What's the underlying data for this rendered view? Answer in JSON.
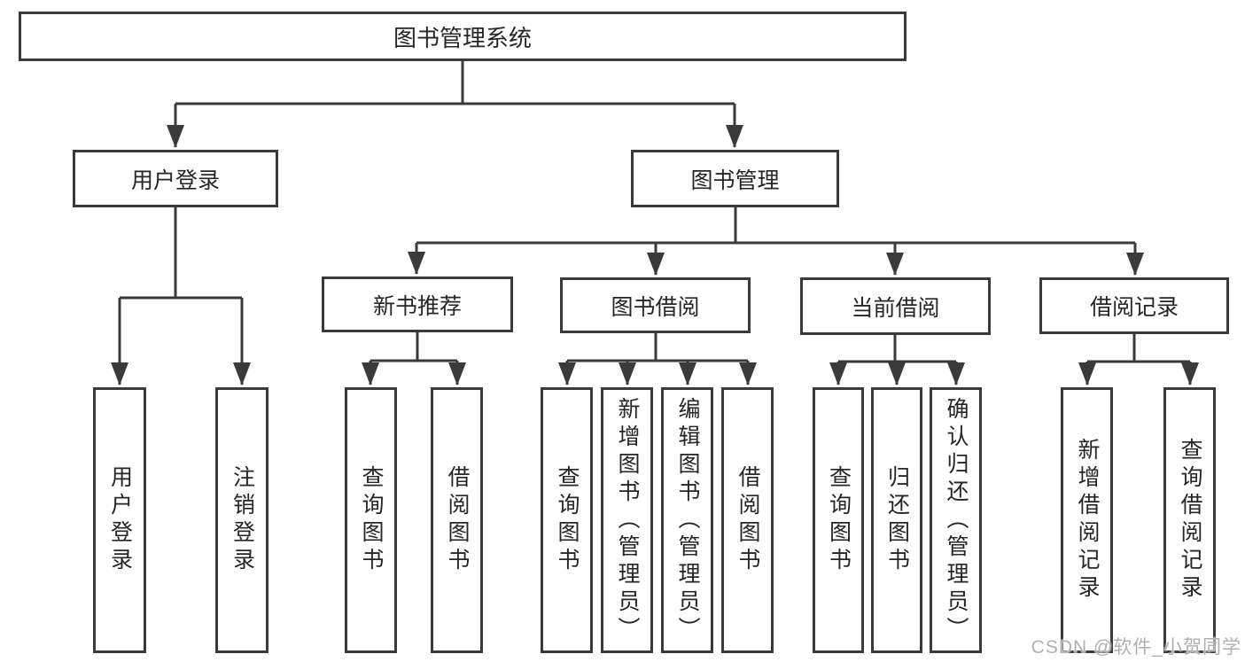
{
  "tree": {
    "root": {
      "label": "图书管理系统"
    },
    "branches": [
      {
        "label": "用户登录",
        "leaves": [
          {
            "label": "用户登录"
          },
          {
            "label": "注销登录"
          }
        ]
      },
      {
        "label": "图书管理",
        "groups": [
          {
            "label": "新书推荐",
            "leaves": [
              {
                "label": "查询图书"
              },
              {
                "label": "借阅图书"
              }
            ]
          },
          {
            "label": "图书借阅",
            "leaves": [
              {
                "label": "查询图书"
              },
              {
                "label": "新增图书（管理员）"
              },
              {
                "label": "编辑图书（管理员）"
              },
              {
                "label": "借阅图书"
              }
            ]
          },
          {
            "label": "当前借阅",
            "leaves": [
              {
                "label": "查询图书"
              },
              {
                "label": "归还图书"
              },
              {
                "label": "确认归还（管理员）"
              }
            ]
          },
          {
            "label": "借阅记录",
            "leaves": [
              {
                "label": "新增借阅记录"
              },
              {
                "label": "查询借阅记录"
              }
            ]
          }
        ]
      }
    ]
  },
  "watermark": {
    "text": "CSDN @软件_小贺同学"
  },
  "colors": {
    "line": "#3a3a3a",
    "box_border": "#3a3a3a",
    "box_fill": "#ffffff",
    "text": "#262626",
    "watermark": "#b0b0b0",
    "background": "#ffffff"
  }
}
